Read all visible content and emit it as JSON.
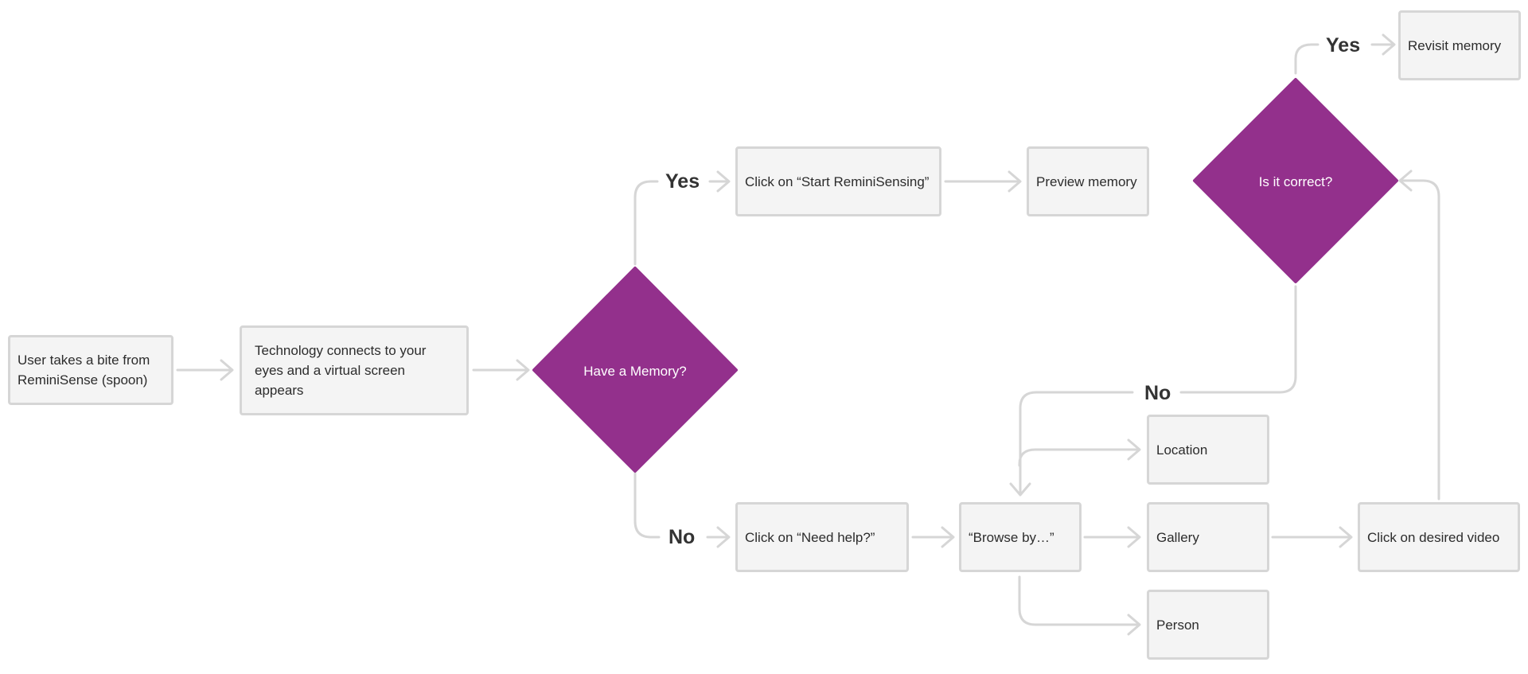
{
  "colors": {
    "decision_fill": "#93308c",
    "box_fill": "#f4f4f4",
    "box_border": "#d6d6d6",
    "connector": "#d6d6d6",
    "text": "#2c2c2c",
    "label": "#333333"
  },
  "nodes": {
    "start": "User takes a bite from ReminiSense (spoon)",
    "connect": "Technology connects to your eyes and a virtual screen appears",
    "start_reminisensing": "Click on “Start ReminiSensing”",
    "preview": "Preview memory",
    "revisit": "Revisit memory",
    "need_help": "Click on “Need help?”",
    "browse_by": "“Browse by…”",
    "location": "Location",
    "gallery": "Gallery",
    "person": "Person",
    "desired_video": "Click on desired video"
  },
  "decisions": {
    "have_memory": "Have a Memory?",
    "is_correct": "Is it correct?"
  },
  "branch_labels": {
    "memory_yes": "Yes",
    "memory_no": "No",
    "correct_yes": "Yes",
    "correct_no": "No"
  }
}
